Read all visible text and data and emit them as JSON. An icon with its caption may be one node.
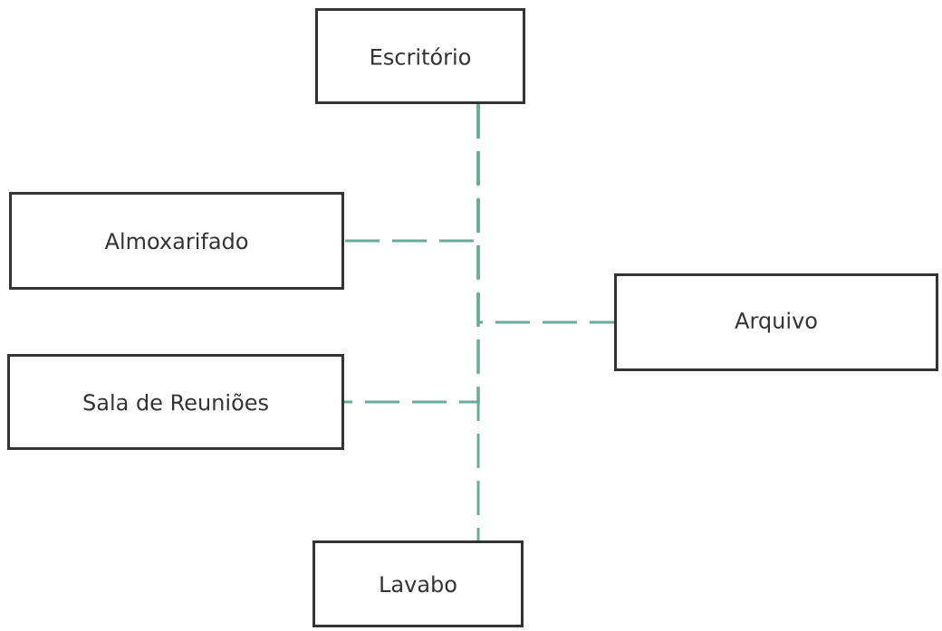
{
  "diagram": {
    "nodes": [
      {
        "text": [
          "Escritório"
        ]
      },
      {
        "text": [
          "Almoxarifado"
        ]
      },
      {
        "text": [
          "Arquivo"
        ]
      },
      {
        "text": [
          "Sala de Reuniões"
        ]
      },
      {
        "text": [
          "Lavabo"
        ]
      }
    ],
    "edges": [
      {
        "from": 0,
        "to": 1,
        "arrow": "none",
        "style": "dashed"
      },
      {
        "from": 0,
        "to": 2,
        "arrow": "none",
        "style": "dashed"
      },
      {
        "from": 0,
        "to": 3,
        "arrow": "none",
        "style": "dashed"
      },
      {
        "from": 0,
        "to": 4,
        "arrow": "none",
        "style": "dashed"
      }
    ]
  }
}
